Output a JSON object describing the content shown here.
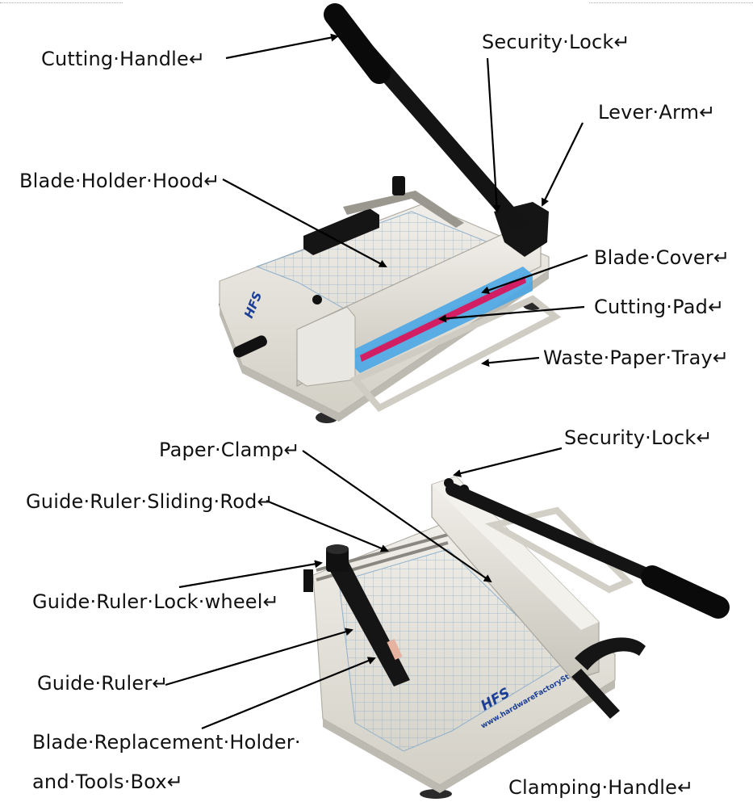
{
  "diagram": {
    "top_view_labels": {
      "cutting_handle": "Cutting·Handle↵",
      "security_lock": "Security·Lock↵",
      "lever_arm": "Lever·Arm↵",
      "blade_holder_hood": "Blade·Holder·Hood↵",
      "blade_cover": "Blade·Cover↵",
      "cutting_pad": "Cutting·Pad↵",
      "waste_paper_tray": "Waste·Paper·Tray↵"
    },
    "bottom_view_labels": {
      "paper_clamp": "Paper·Clamp↵",
      "security_lock": "Security·Lock↵",
      "guide_ruler_sliding_rod": "Guide·Ruler·Sliding·Rod↵",
      "guide_ruler_lock_wheel": "Guide·Ruler·Lock·wheel↵",
      "guide_ruler": "Guide·Ruler↵",
      "blade_replacement_line1": "Blade·Replacement·Holder·",
      "blade_replacement_line2": "and·Tools·Box↵",
      "clamping_handle": "Clamping·Handle↵"
    },
    "branding": {
      "logo_text": "HFS",
      "website": "www.hardwareFactoryStore.com"
    },
    "colors": {
      "machine_body": "#e4e2db",
      "handle": "#1b1b1b",
      "blade_cover": "#4aa7e6",
      "cutting_pad": "#d21e63",
      "logo_blue": "#1b3f96"
    }
  }
}
